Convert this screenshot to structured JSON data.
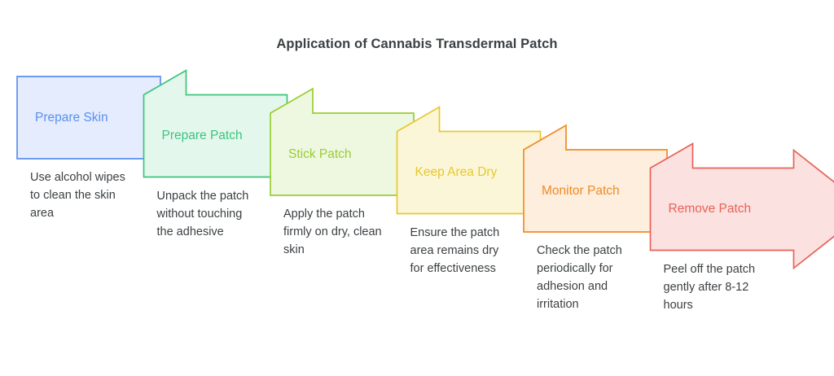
{
  "title": "Application of Cannabis Transdermal Patch",
  "background_color": "#ffffff",
  "title_color": "#3c4043",
  "caption_color": "#3c4043",
  "chart_data": {
    "type": "diagram",
    "diagram_type": "staircase-process-arrow",
    "title": "Application of Cannabis Transdermal Patch",
    "step_count": 6,
    "orientation": "left-to-right-descending",
    "steps": [
      {
        "index": 1,
        "label": "Prepare Skin",
        "caption": "Use alcohol wipes to clean the skin area",
        "color": "#5b8ff0",
        "fill": "#e4ecfd",
        "shape": "rectangle"
      },
      {
        "index": 2,
        "label": "Prepare Patch",
        "caption": "Unpack the patch without touching the adhesive",
        "color": "#3cc47c",
        "fill": "#e4f7ed",
        "shape": "folded-banner"
      },
      {
        "index": 3,
        "label": "Stick Patch",
        "caption": "Apply the patch firmly on dry, clean skin",
        "color": "#9acd32",
        "fill": "#eef7e0",
        "shape": "folded-banner"
      },
      {
        "index": 4,
        "label": "Keep Area Dry",
        "caption": "Ensure the patch area remains dry for effectiveness",
        "color": "#e6c82e",
        "fill": "#fcf6d8",
        "shape": "folded-banner"
      },
      {
        "index": 5,
        "label": "Monitor Patch",
        "caption": "Check the patch periodically for adhesion and irritation",
        "color": "#ef8b24",
        "fill": "#fdeede",
        "shape": "folded-banner"
      },
      {
        "index": 6,
        "label": "Remove Patch",
        "caption": "Peel off the patch gently after 8-12 hours",
        "color": "#e8625a",
        "fill": "#fbe1df",
        "shape": "folded-banner-arrowhead"
      }
    ]
  }
}
